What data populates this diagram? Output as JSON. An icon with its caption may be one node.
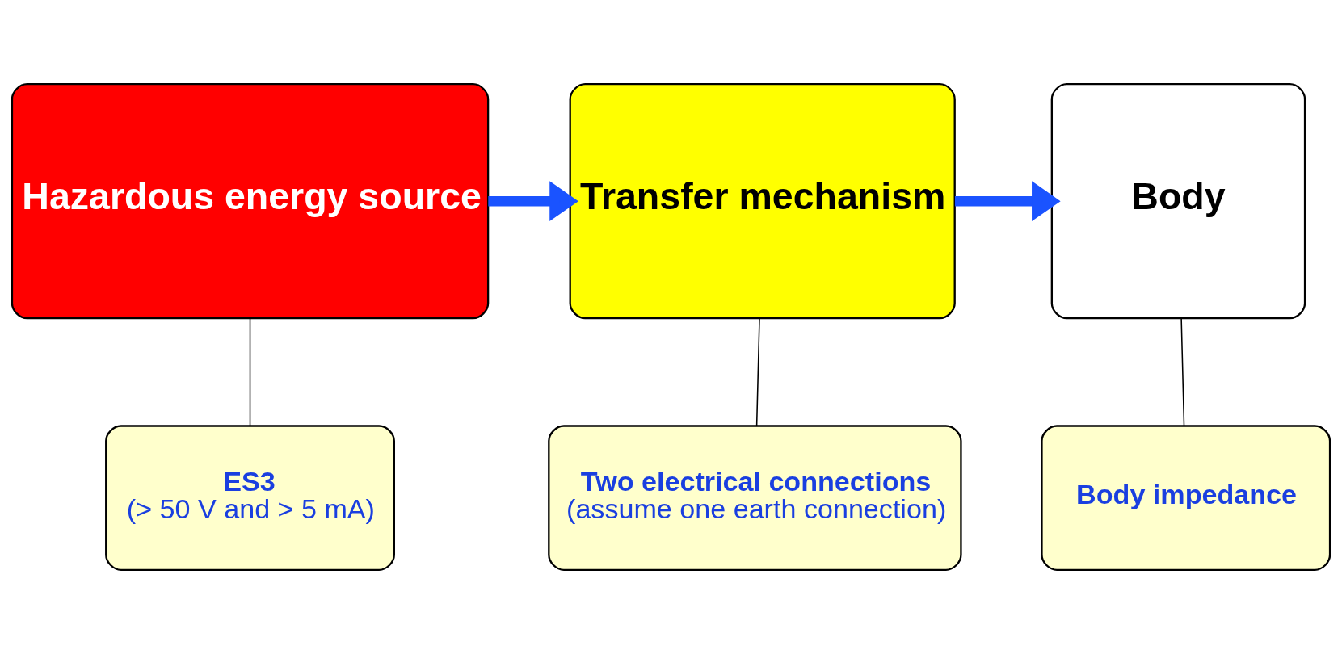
{
  "diagram": {
    "nodes": [
      {
        "text": [
          "Hazardous energy source"
        ]
      },
      {
        "text": [
          "Transfer mechanism"
        ]
      },
      {
        "text": [
          "Body"
        ]
      },
      {
        "text": [
          "ES3",
          "(> 50 V and > 5 mA)"
        ]
      },
      {
        "text": [
          "Two electrical connections",
          "(assume one earth connection)"
        ]
      },
      {
        "text": [
          "Body impedance"
        ]
      }
    ],
    "edges": [
      {
        "from": 0,
        "to": 1,
        "arrow": "to",
        "style": "thick",
        "color": "#1a53ff"
      },
      {
        "from": 1,
        "to": 2,
        "arrow": "to",
        "style": "thick",
        "color": "#1a53ff"
      },
      {
        "from": 3,
        "to": 0,
        "arrow": "none"
      },
      {
        "from": 4,
        "to": 1,
        "arrow": "none"
      },
      {
        "from": 5,
        "to": 2,
        "arrow": "none"
      }
    ]
  }
}
